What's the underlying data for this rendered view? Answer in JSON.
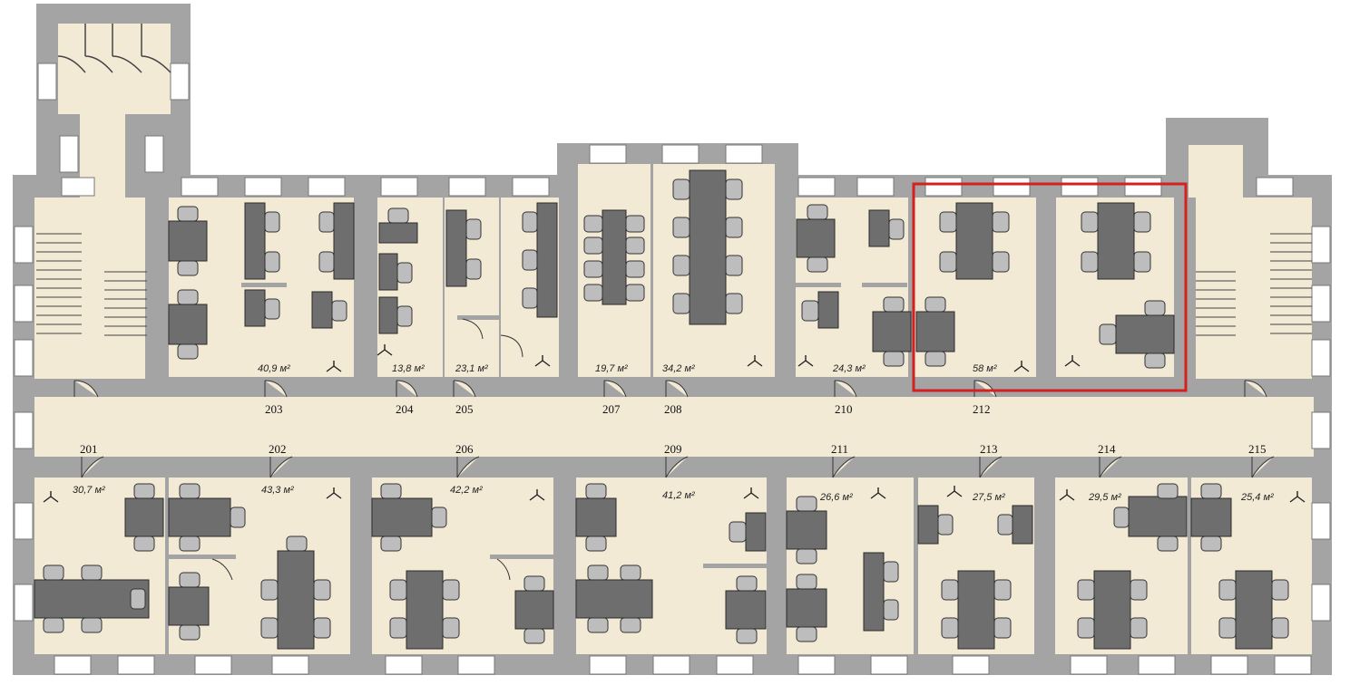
{
  "rooms": [
    {
      "id": "203",
      "number": "203",
      "area": "40,9 м²"
    },
    {
      "id": "204",
      "number": "204",
      "area": "13,8 м²"
    },
    {
      "id": "205",
      "number": "205",
      "area": "23,1 м²"
    },
    {
      "id": "207",
      "number": "207",
      "area": "19,7 м²"
    },
    {
      "id": "208",
      "number": "208",
      "area": "34,2 м²"
    },
    {
      "id": "210",
      "number": "210",
      "area": "24,3 м²"
    },
    {
      "id": "212",
      "number": "212",
      "area": "58 м²"
    },
    {
      "id": "201",
      "number": "201",
      "area": "30,7 м²"
    },
    {
      "id": "202",
      "number": "202",
      "area": "43,3 м²"
    },
    {
      "id": "206",
      "number": "206",
      "area": "42,2 м²"
    },
    {
      "id": "209",
      "number": "209",
      "area": "41,2 м²"
    },
    {
      "id": "211",
      "number": "211",
      "area": "26,6 м²"
    },
    {
      "id": "213",
      "number": "213",
      "area": "27,5 м²"
    },
    {
      "id": "214",
      "number": "214",
      "area": "29,5 м²"
    },
    {
      "id": "215",
      "number": "215",
      "area": "25,4 м²"
    }
  ],
  "colors": {
    "wall": "#a4a4a4",
    "floor": "#f3ead6",
    "desk": "#6e6e6e",
    "chair": "#bdbdbd",
    "highlight": "#d61f1f"
  },
  "highlighted_room": "212"
}
